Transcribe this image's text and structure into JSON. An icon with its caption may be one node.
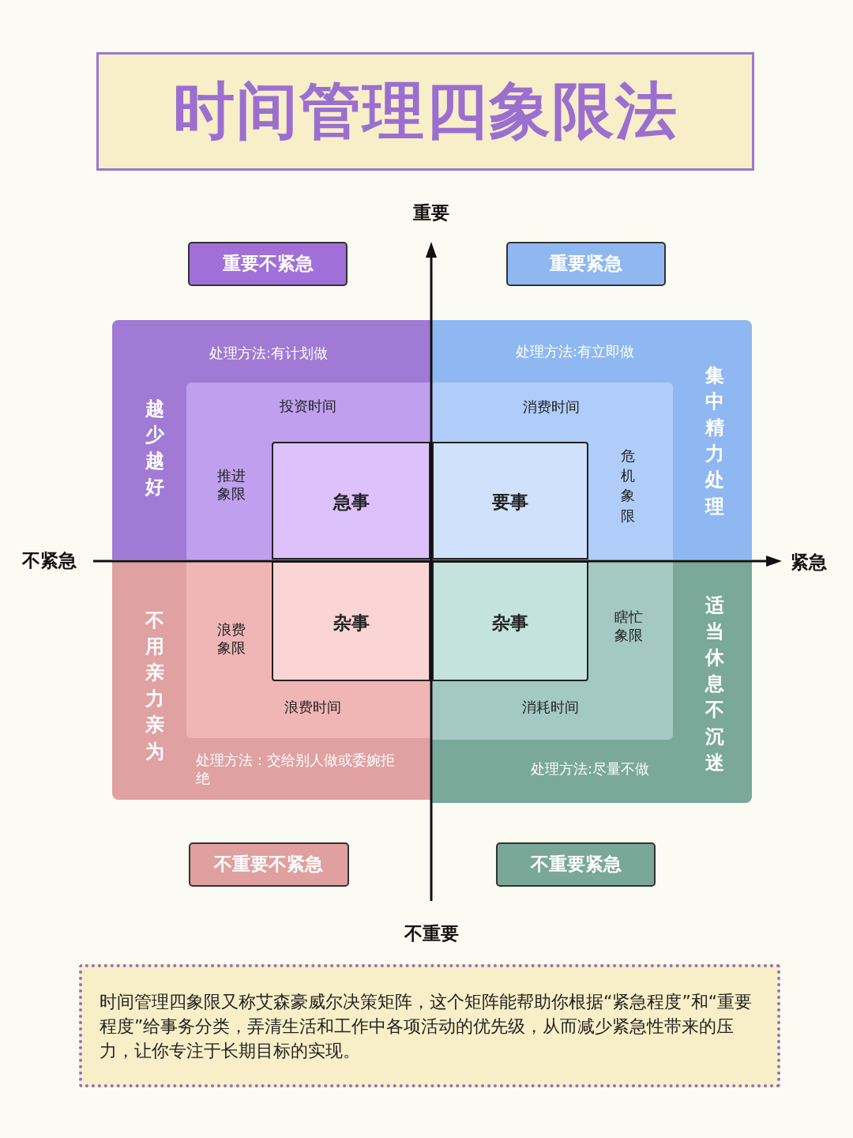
{
  "diagram": {
    "title": "时间管理四象限法",
    "caption": "时间管理四象限又称艾森豪威尔决策矩阵，这个矩阵能帮助你根据“紧急程度”和“重要程度”给事务分类，弄清生活和工作中各项活动的优先级，从而减少紧急性带来的压力，让你专注于长期目标的实现。",
    "nodes": [
      {
        "text": [
          "处理方法:有计划做",
          "越少越好"
        ]
      },
      {
        "text": [
          "投资时间",
          "推进象限"
        ],
        "in": 0
      },
      {
        "text": [
          "急事"
        ],
        "in": 1
      },
      {
        "text": [
          "处理方法:有立即做",
          "集中精力处理"
        ]
      },
      {
        "text": [
          "消费时间",
          "危机象限"
        ],
        "in": 3
      },
      {
        "text": [
          "要事"
        ],
        "in": 4
      },
      {
        "text": [
          "不用亲力亲为",
          "处理方法：交给别人做或委婉拒绝"
        ]
      },
      {
        "text": [
          "浪费象限",
          "浪费时间"
        ],
        "in": 6
      },
      {
        "text": [
          "杂事"
        ],
        "in": 7
      },
      {
        "text": [
          "处理方法:尽量不做",
          "适当休息不沉迷"
        ]
      },
      {
        "text": [
          "瞎忙象限",
          "消耗时间"
        ],
        "in": 9
      },
      {
        "text": [
          "杂事"
        ],
        "in": 10
      },
      {
        "text": [
          "重要不紧急"
        ]
      },
      {
        "text": [
          "重要紧急"
        ]
      },
      {
        "text": [
          "不重要不紧急"
        ]
      },
      {
        "text": [
          "不重要紧急"
        ]
      }
    ],
    "edges": [],
    "labels": [
      "重要",
      "不紧急",
      "紧急",
      "不重要"
    ]
  }
}
